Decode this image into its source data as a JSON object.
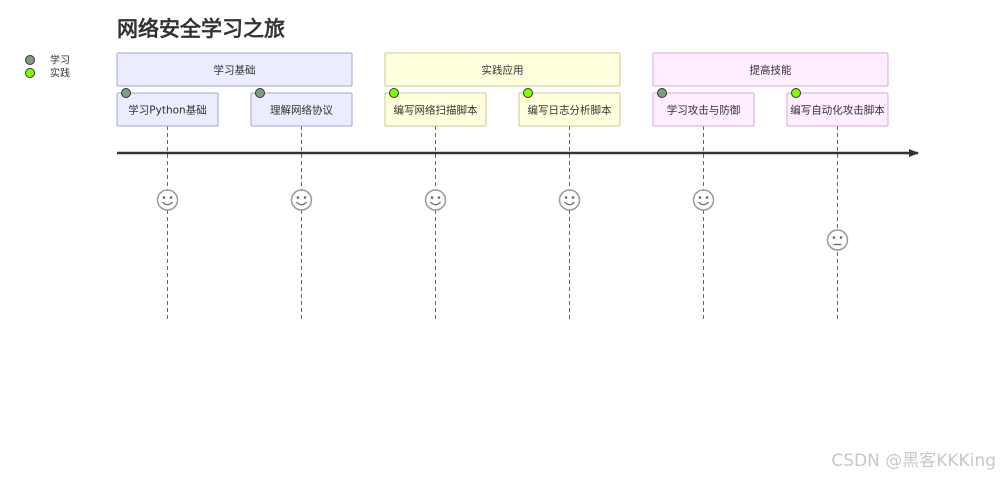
{
  "title": "网络安全学习之旅",
  "legend": [
    {
      "label": "学习",
      "color": "#7f9e7f"
    },
    {
      "label": "实践",
      "color": "#7fff00"
    }
  ],
  "sections": [
    {
      "name": "学习基础",
      "fill": "#ececff",
      "stroke": "#a5a5d9",
      "tasks": [
        {
          "label": "学习Python基础",
          "actor": "学习",
          "score": 5
        },
        {
          "label": "理解网络协议",
          "actor": "学习",
          "score": 5
        }
      ]
    },
    {
      "name": "实践应用",
      "fill": "#ffffde",
      "stroke": "#c9c991",
      "tasks": [
        {
          "label": "编写网络扫描脚本",
          "actor": "实践",
          "score": 5
        },
        {
          "label": "编写日志分析脚本",
          "actor": "实践",
          "score": 5
        }
      ]
    },
    {
      "name": "提高技能",
      "fill": "#ffeeff",
      "stroke": "#dba6db",
      "tasks": [
        {
          "label": "学习攻击与防御",
          "actor": "学习",
          "score": 5
        },
        {
          "label": "编写自动化攻击脚本",
          "actor": "实践",
          "score": 3
        }
      ]
    }
  ],
  "watermark": "CSDN @黑客KKKing"
}
